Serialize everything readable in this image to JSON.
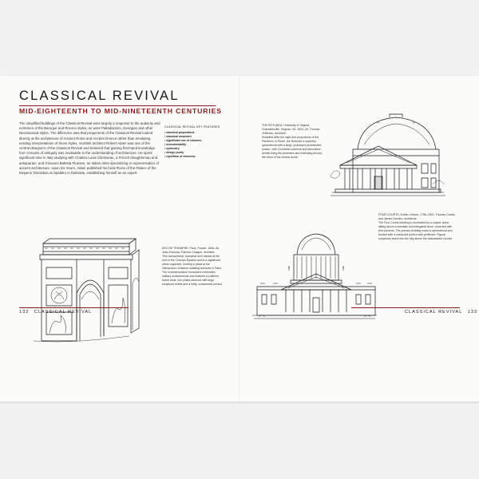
{
  "left_page": {
    "title": "CLASSICAL REVIVAL",
    "subtitle": "MID-EIGHTEENTH TO MID-NINETEENTH CENTURIES",
    "intro": "The simplified buildings of the Classical Revival were largely a response to the audacity and extremes of the Baroque and Rococo styles, as were Palladianism, Georgian and other Neoclassical styles. The difference was that proponents of the Classical Revival looked directly at the architecture of Ancient Rome and Ancient Greece rather than emulating existing interpretations of those styles. Scottish architect Robert Adam was one of the central designers of the Classical Revival and believed that gaining first-hand knowledge from remains of antiquity was invaluable to the understanding of architecture. He spent significant time in Italy studying with Charles-Louis Clérisseau, a French draughtsman and antiquarian, and Giovanni Battista Piranesi, an Italian artist specializing in representation of ancient architecture. Upon his return, Adam published his book Ruins of the Palace of the Emperor Diocletian at Spalatro in Dalmatia, establishing himself as an expert.",
    "features_title": "CLASSICAL REVIVAL KEY FEATURES",
    "features": [
      "classical proportions",
      "classical ornament",
      "significant use of columns",
      "monumentality",
      "symmetry",
      "design purity",
      "repetition of elements"
    ],
    "arc_caption_title": "ARC DE TRIOMPHE, Paris, France, 1806–36, Jean-François-Thérèse Chalgrin, architect.",
    "arc_caption_body": "This monumental, triumphal arch stands at the end of the Champs-Élysées and is a significant urban organizer, fronting a plaza at the intersection of twelve radiating avenues in Paris. The commemorative monument celebrates military achievements and features a coffered barrel vault, four pillars adorned with large sculptural reliefs and a hefty, ornamental cornice.",
    "folio_number": "132",
    "folio_label": "CLASSICAL REVIVAL"
  },
  "right_page": {
    "rotunda_caption_title": "THE ROTUNDA, University of Virginia, Charlottesville, Virginia, US, 1822–26, Thomas Jefferson, architect.",
    "rotunda_caption_body": "Modelled after the style and proportions of the Pantheon in Rome, the Rotunda is superbly symmetrical with a large, prominent pedimented portico, with Corinthian columns and decorative dentils lining the pediment and extending around the drum of the central dome.",
    "fourcourts_caption_title": "FOUR COURTS, Dublin, Ireland, 1786–1802, Thomas Cooley and James Gandon, architects.",
    "fourcourts_caption_body": "The Four Courts building is dominated by a copper dome sitting above a dramatic and elongated drum, encircled with thin columns. The primary building mass is symmetrical and fronted with a columned portico with pediment. Figural sculptures reach into the sky above the balustraded cornice.",
    "folio_number": "133",
    "folio_label": "CLASSICAL REVIVAL"
  },
  "colors": {
    "accent": "#8b1a1a",
    "ink": "#1a1a1a",
    "paper": "#fbfbfa"
  }
}
